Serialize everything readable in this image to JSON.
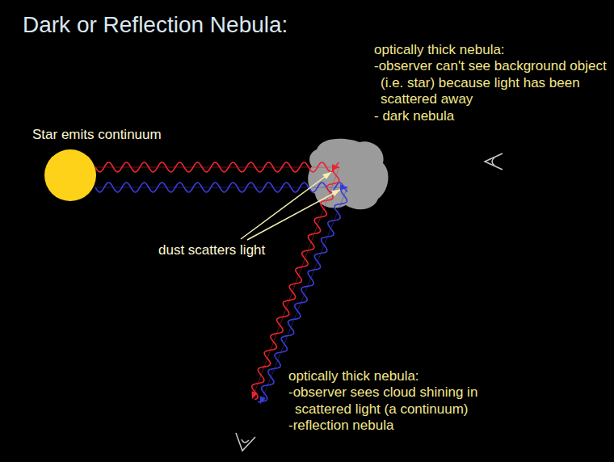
{
  "diagram": {
    "title": "Dark or Reflection Nebula:",
    "labels": [
      "Star emits continuum",
      "dust scatters light",
      "optically thick nebula:",
      "-observer can't see background object (i.e. star) because light has been scattered away",
      "- dark nebula",
      "optically thick nebula:",
      "-observer sees cloud shining in scattered light (a continuum)",
      "-reflection nebula"
    ]
  }
}
